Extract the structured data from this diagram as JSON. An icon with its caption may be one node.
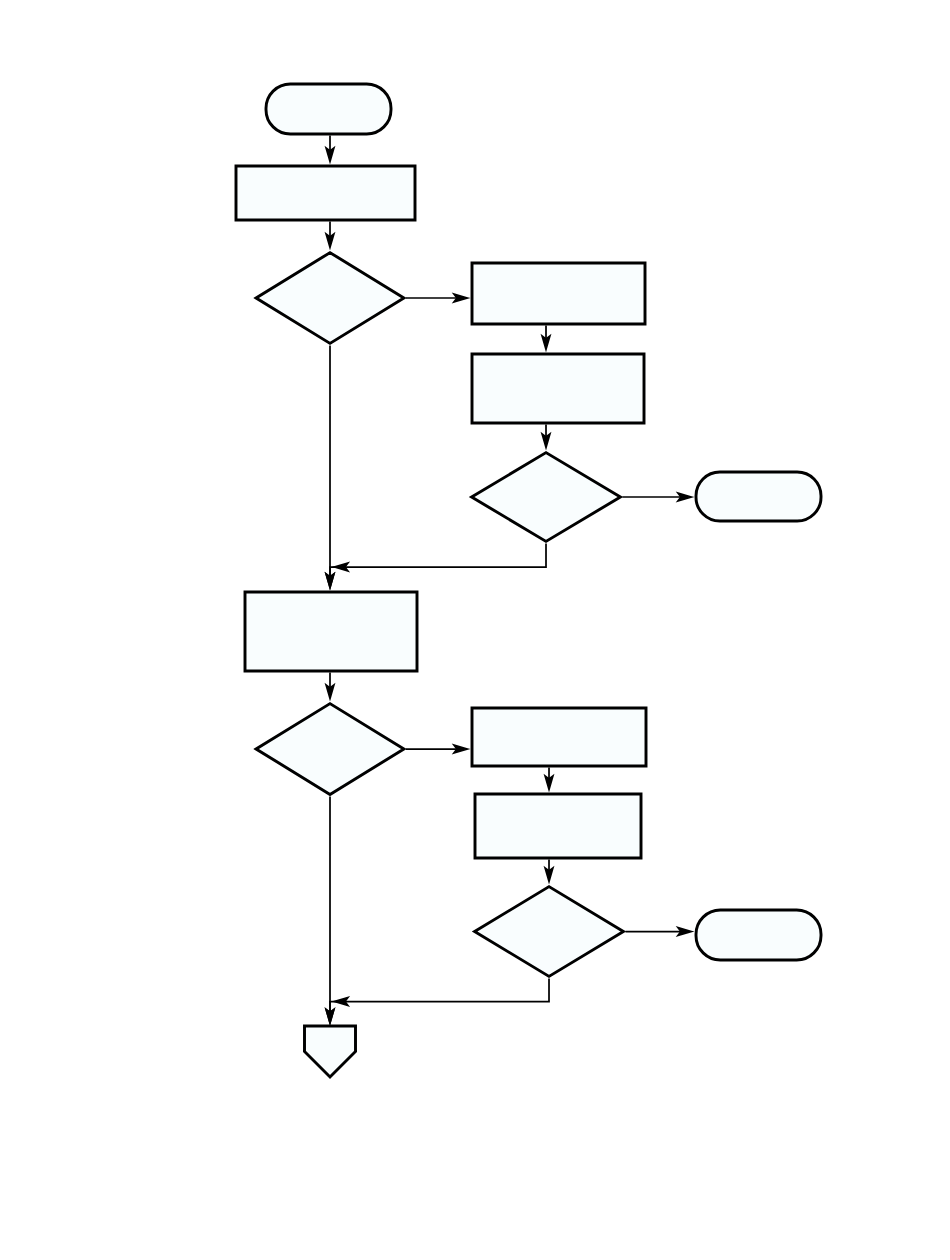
{
  "diagram": {
    "nodes": [
      {
        "text": [],
        "shape": "stadium"
      },
      {
        "text": [],
        "shape": "box"
      },
      {
        "text": [],
        "shape": "diamond"
      },
      {
        "text": [],
        "shape": "box"
      },
      {
        "text": [],
        "shape": "box"
      },
      {
        "text": [],
        "shape": "diamond"
      },
      {
        "text": [],
        "shape": "stadium"
      },
      {
        "text": [],
        "shape": "box"
      },
      {
        "text": [],
        "shape": "diamond"
      },
      {
        "text": [],
        "shape": "box"
      },
      {
        "text": [],
        "shape": "box"
      },
      {
        "text": [],
        "shape": "diamond"
      },
      {
        "text": [],
        "shape": "stadium"
      },
      {
        "text": [],
        "shape": "pentagon"
      }
    ],
    "edges": [
      {
        "from": 0,
        "to": 1,
        "arrow": "to"
      },
      {
        "from": 1,
        "to": 2,
        "arrow": "to"
      },
      {
        "from": 2,
        "to": 3,
        "arrow": "to"
      },
      {
        "from": 3,
        "to": 4,
        "arrow": "to"
      },
      {
        "from": 4,
        "to": 5,
        "arrow": "to"
      },
      {
        "from": 5,
        "to": 6,
        "arrow": "to"
      },
      {
        "from": 2,
        "to": 7,
        "arrow": "to"
      },
      {
        "from": 5,
        "to": 7,
        "arrow": "to"
      },
      {
        "from": 7,
        "to": 8,
        "arrow": "to"
      },
      {
        "from": 8,
        "to": 9,
        "arrow": "to"
      },
      {
        "from": 9,
        "to": 10,
        "arrow": "to"
      },
      {
        "from": 10,
        "to": 11,
        "arrow": "to"
      },
      {
        "from": 11,
        "to": 12,
        "arrow": "to"
      },
      {
        "from": 8,
        "to": 13,
        "arrow": "to"
      },
      {
        "from": 11,
        "to": 13,
        "arrow": "to"
      }
    ]
  }
}
